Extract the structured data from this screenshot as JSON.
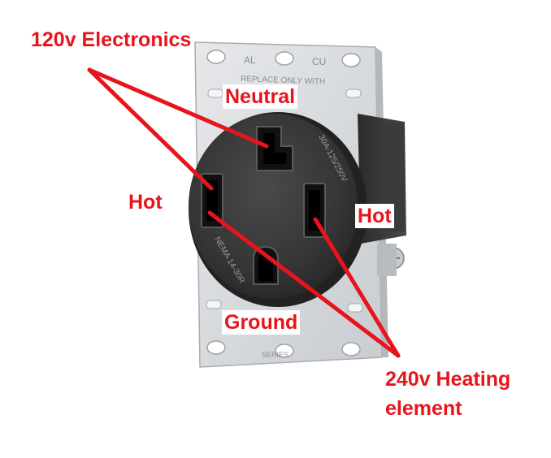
{
  "labels": {
    "electronics": "120v Electronics",
    "neutral": "Neutral",
    "hot_left": "Hot",
    "hot_right": "Hot",
    "ground": "Ground",
    "heating_line1": "240v Heating",
    "heating_line2": "element"
  },
  "plate_markings": {
    "al": "AL",
    "cu": "CU",
    "replace_only": "REPLACE ONLY WITH",
    "rating": "30A-125/250V",
    "nema": "NEMA 14-30R",
    "bottom_mark": "SERIES"
  },
  "colors": {
    "annotation": "#e8141c",
    "receptacle_body": "#3a3a3a",
    "mounting_plate": "#d9dbdd"
  }
}
